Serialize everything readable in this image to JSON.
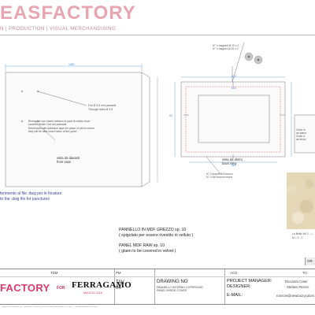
{
  "header": {
    "logo": "EASFACTORY",
    "tagline": "N | PRODUCTION | VISUAL MERCHANDISING"
  },
  "drawing": {
    "front_labels": {
      "dim_top": "1850",
      "holes_line1": "Fori Ø 3,5 mm passanti",
      "holes_line2": "Through holes Ø 3,5"
    },
    "glue_note": [
      "Rinforzare con cianfo adesivo le parti di velluto dove",
      "saranno forate i fori dei passanti.",
      "Reinforced with adhesive tape the place of velvet where",
      "they will be after insert holes of the panel"
    ],
    "front_view": {
      "it": "vista da davanti",
      "en": "front view"
    },
    "back_view": {
      "it": "vista da dietro",
      "en": "back view"
    },
    "magnets_top": [
      "N° 4 magneti Ø 10 x 2",
      "N° 4 magnet Ø 10 x 2"
    ],
    "magnets_bottom": [
      "N° 4 inserti M4 bronzo",
      "N° 4 M4 bronze insert"
    ],
    "right_note": [
      "Cinta m",
      "ad piano",
      "Grain a",
      "as show"
    ],
    "dims_back": [
      "920",
      "800",
      "80",
      "200",
      "150",
      "25",
      "60",
      "230",
      "40",
      "360"
    ]
  },
  "notes": {
    "dwg_note_line1": "ferimento al file .dwg per le forature",
    "dwg_note_line2": "to the .dwg file for punctures"
  },
  "panel_spec": {
    "it_line1": "PANNELLO IN MDF GREZZO sp. 10",
    "it_line2": "( spigolato per essere rivestito in velluto )",
    "en_line1": "PANEL MDF RAW sp. 10",
    "en_line2": "( glaen to be covered in velvet )"
  },
  "sample": {
    "caption_line1": "La Bella Vol.2 – I",
    "caption_line2": "M = 1 : 1"
  },
  "od_cell": "OR",
  "title_block": {
    "labels": {
      "tdm": "TDM",
      "pm": "PM",
      "acg": "ACG",
      "to": "TO"
    },
    "brand": "FACTORY",
    "for_label": "FOR",
    "client": "FERRAGAMO",
    "client_sub": "MAGGIO 2016",
    "tav_label": "TAV.",
    "tav_value": "04",
    "drawing_no_label": "DRAWING NO",
    "drawing_desc_it": "PANNELLO INTERNO COPERCHIO",
    "drawing_desc_en": "PANEL INSIDE COVER",
    "pm_label": "PROJECT MANAGER:",
    "designer_label": "DESIGNER:",
    "email_label": "E-MAIL:",
    "pm_name": "Riccardo Cater",
    "designer_name": "Stefano Ronzo",
    "email": "ronzoni@newcrazycolors"
  },
  "footer_note": "LA PROPRIETÀ INTELLETTUALE DEL DISEGNO È ESCLUSIVA DI NEWCRAZYCOLORS — VIETATA LA RIPRODUZIONE"
}
